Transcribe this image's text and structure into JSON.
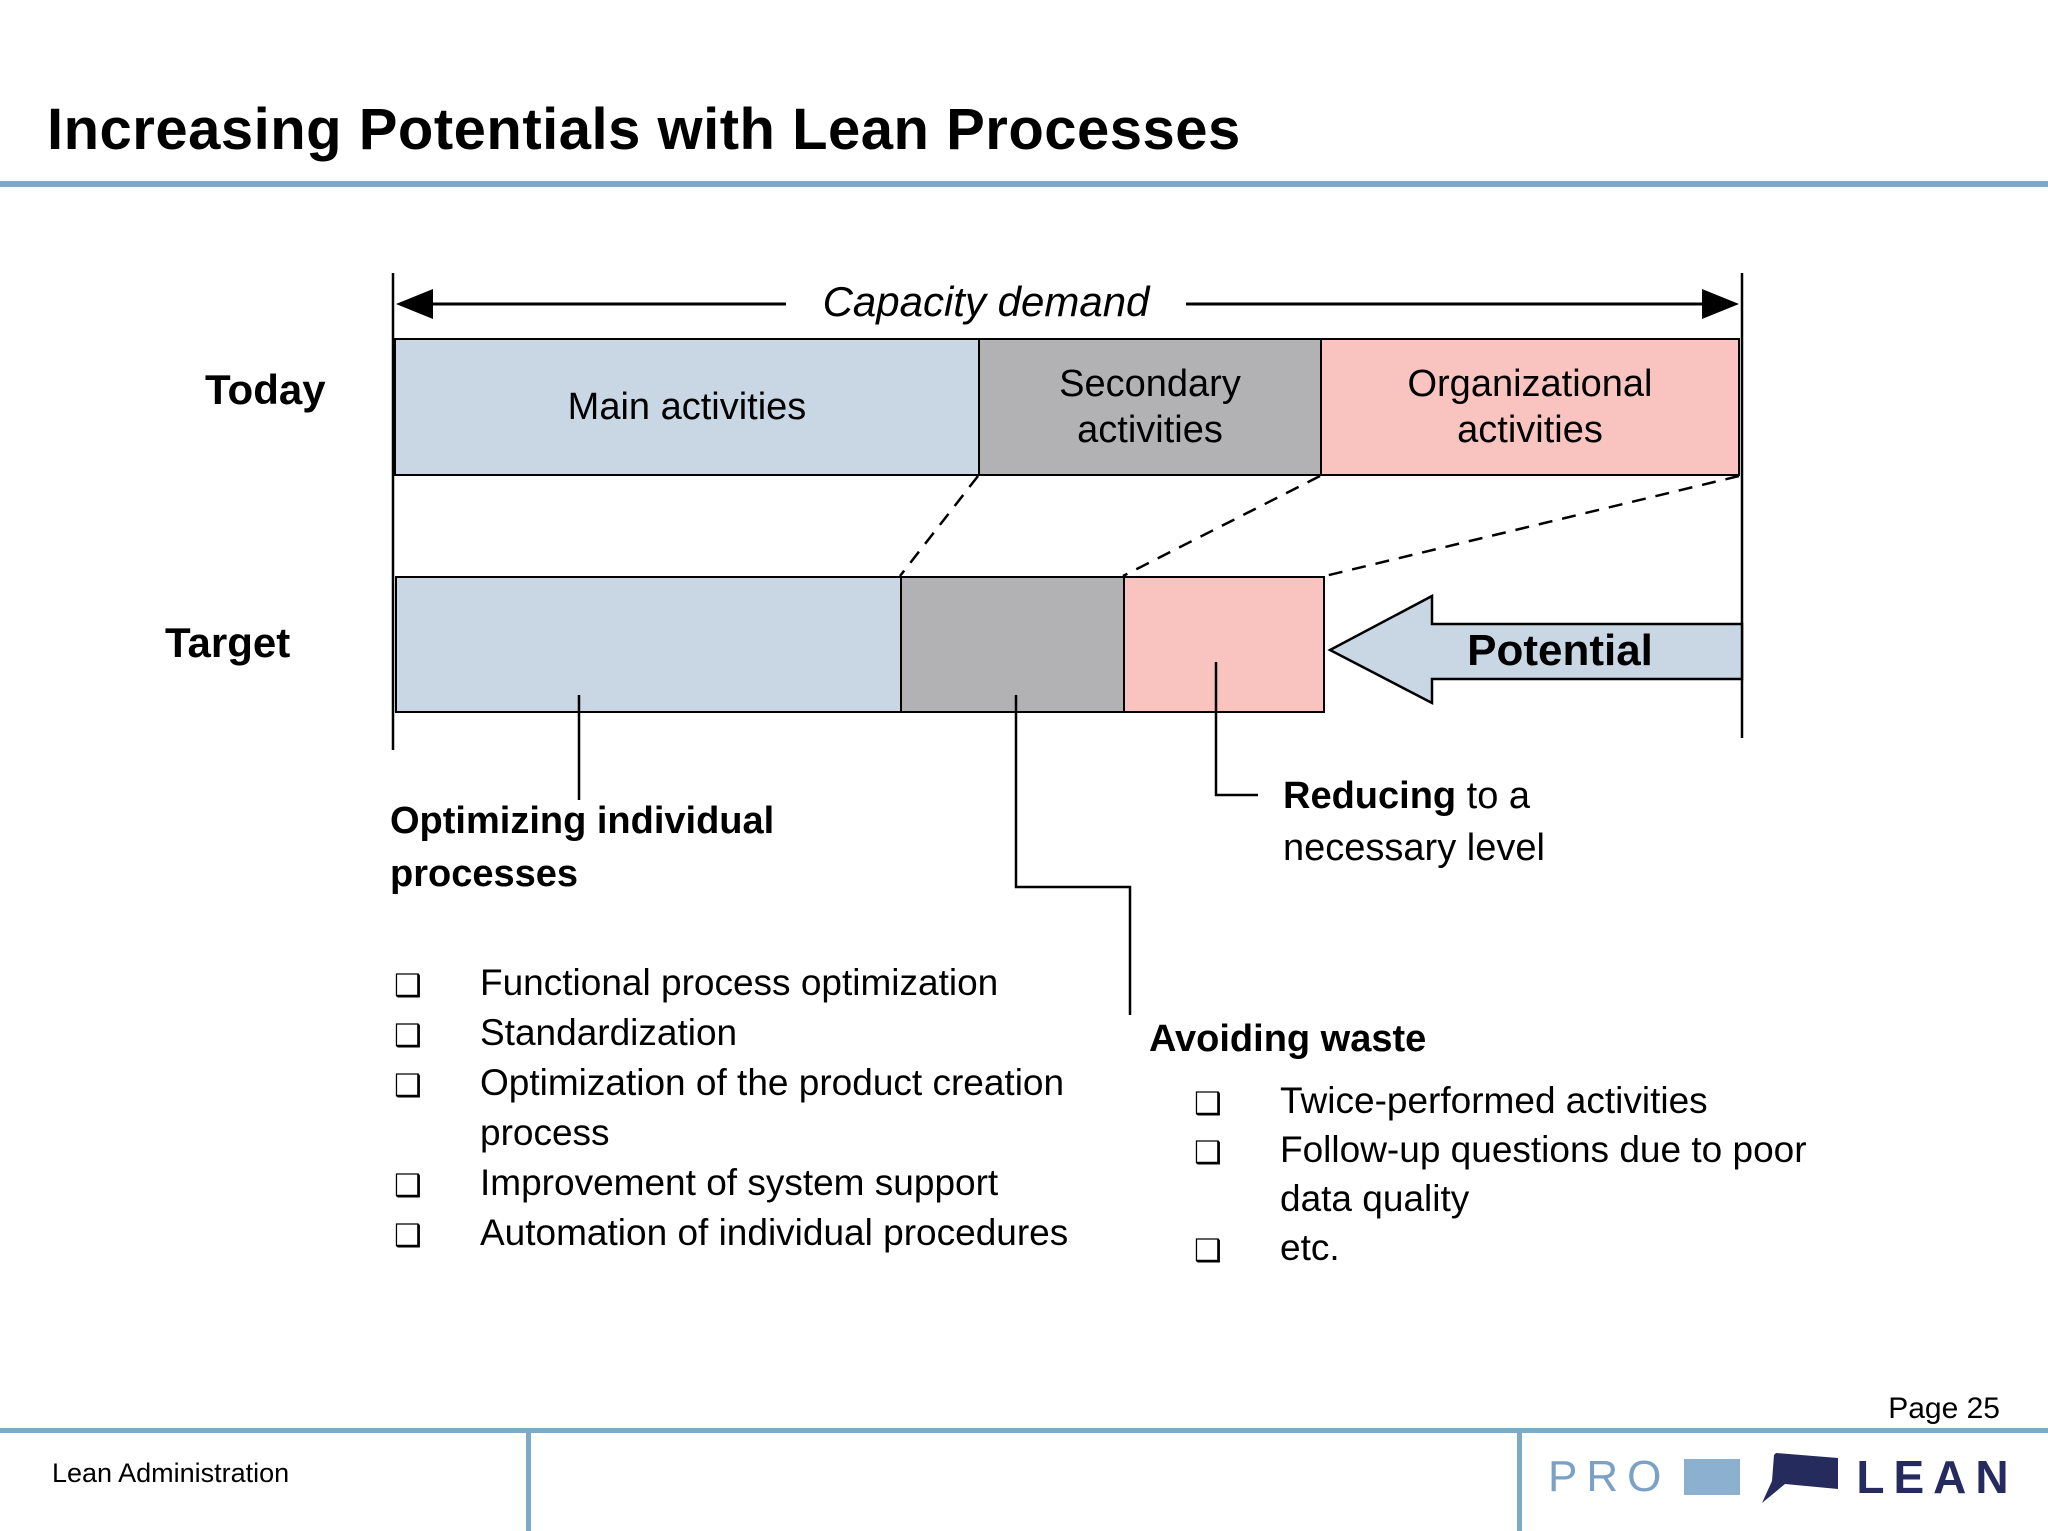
{
  "title": "Increasing Potentials with Lean Processes",
  "diagram": {
    "capacity_arrow_label": "Capacity demand",
    "rows": {
      "today": "Today",
      "target": "Target"
    },
    "segments": {
      "main": "Main activities",
      "secondary": "Secondary\nactivities",
      "organizational": "Organizational\nactivities"
    },
    "potential_label": "Potential",
    "annotations": {
      "optimizing": "Optimizing individual\nprocesses",
      "reducing_bold": "Reducing",
      "reducing_rest": " to a",
      "reducing_line2": "necessary level",
      "avoiding": "Avoiding waste"
    }
  },
  "lists": {
    "left": {
      "items": [
        "Functional process optimization",
        "Standardization",
        "Optimization of the product creation process",
        "Improvement of system support",
        "Automation of individual procedures"
      ]
    },
    "right": {
      "items": [
        "Twice-performed activities",
        "Follow-up questions due to poor data quality",
        "etc."
      ]
    }
  },
  "icons": {
    "checkbox": "❑"
  },
  "footer": {
    "left_text": "Lean Administration",
    "page_label": "Page 25",
    "logo": {
      "pro": "PRO",
      "lean": "LEAN"
    }
  },
  "colors": {
    "segment_blue": "#c9d6e3",
    "segment_gray": "#b2b1b3",
    "segment_pink": "#f9c4bf",
    "accent_line": "#7fa9c8",
    "logo_navy": "#262b5e",
    "logo_light_blue": "#7ba1c4",
    "logo_square_blue": "#8cb0d0"
  }
}
